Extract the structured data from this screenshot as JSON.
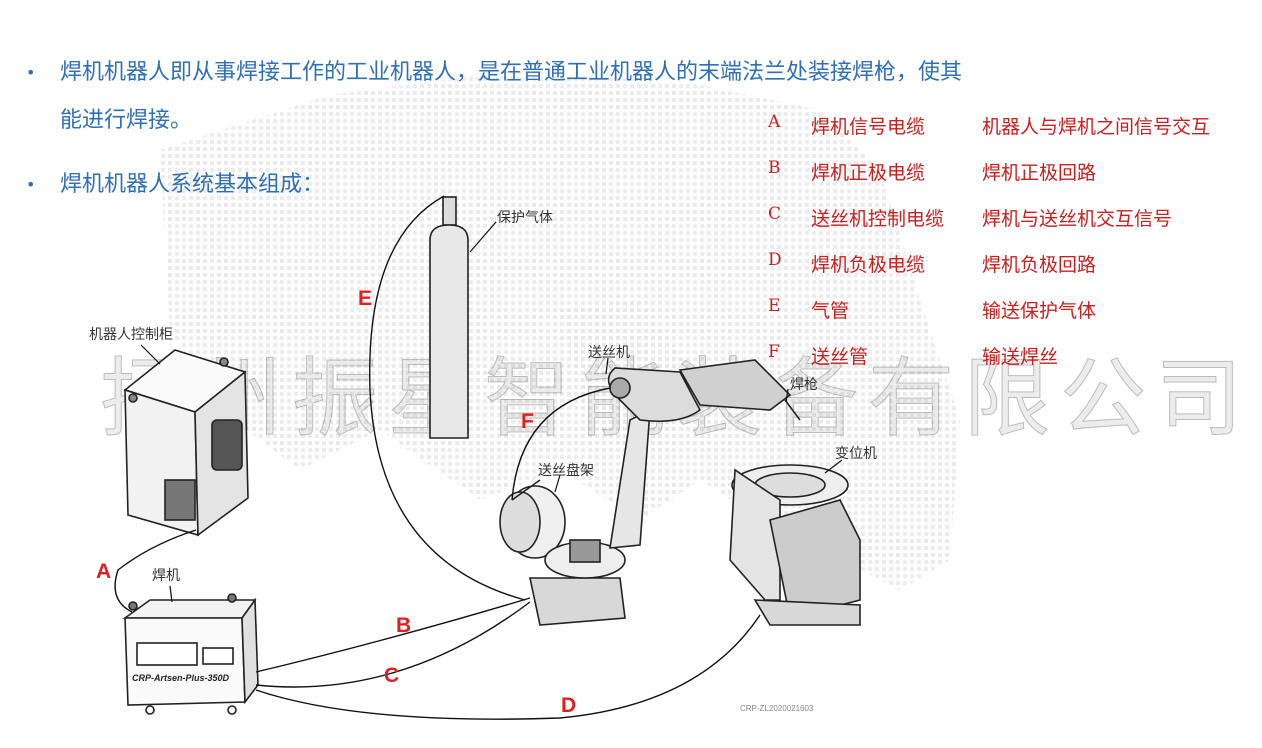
{
  "intro": {
    "bullet_1_line_1": "焊机机器人即从事焊接工作的工业机器人，是在普通工业机器人的末端法兰处装接焊枪，使其",
    "bullet_1_line_2": "能进行焊接。",
    "bullet_2": "焊机机器人系统基本组成："
  },
  "legend": [
    {
      "key": "A",
      "name": "焊机信号电缆",
      "desc": "机器人与焊机之间信号交互"
    },
    {
      "key": "B",
      "name": "焊机正极电缆",
      "desc": "焊机正极回路"
    },
    {
      "key": "C",
      "name": "送丝机控制电缆",
      "desc": "焊机与送丝机交互信号"
    },
    {
      "key": "D",
      "name": "焊机负极电缆",
      "desc": "焊机负极回路"
    },
    {
      "key": "E",
      "name": "气管",
      "desc": "输送保护气体"
    },
    {
      "key": "F",
      "name": "送丝管",
      "desc": "输送焊丝"
    }
  ],
  "watermark": "扬州振星智能装备有限公司",
  "components": {
    "controller": "机器人控制柜",
    "welder": "焊机",
    "gas": "保护气体",
    "wire_feeder": "送丝机",
    "torch": "焊枪",
    "spool": "送丝盘架",
    "positioner": "变位机"
  },
  "cable_labels": {
    "a": "A",
    "b": "B",
    "c": "C",
    "d": "D",
    "e": "E",
    "f": "F"
  },
  "welder_model": "CRP-Artsen-Plus-350D",
  "drawing_code": "CRP-ZL2020021603",
  "colors": {
    "bullet_text": "#2f6fb3",
    "legend_text": "#c8201e",
    "cable_letters": "#e02020"
  }
}
